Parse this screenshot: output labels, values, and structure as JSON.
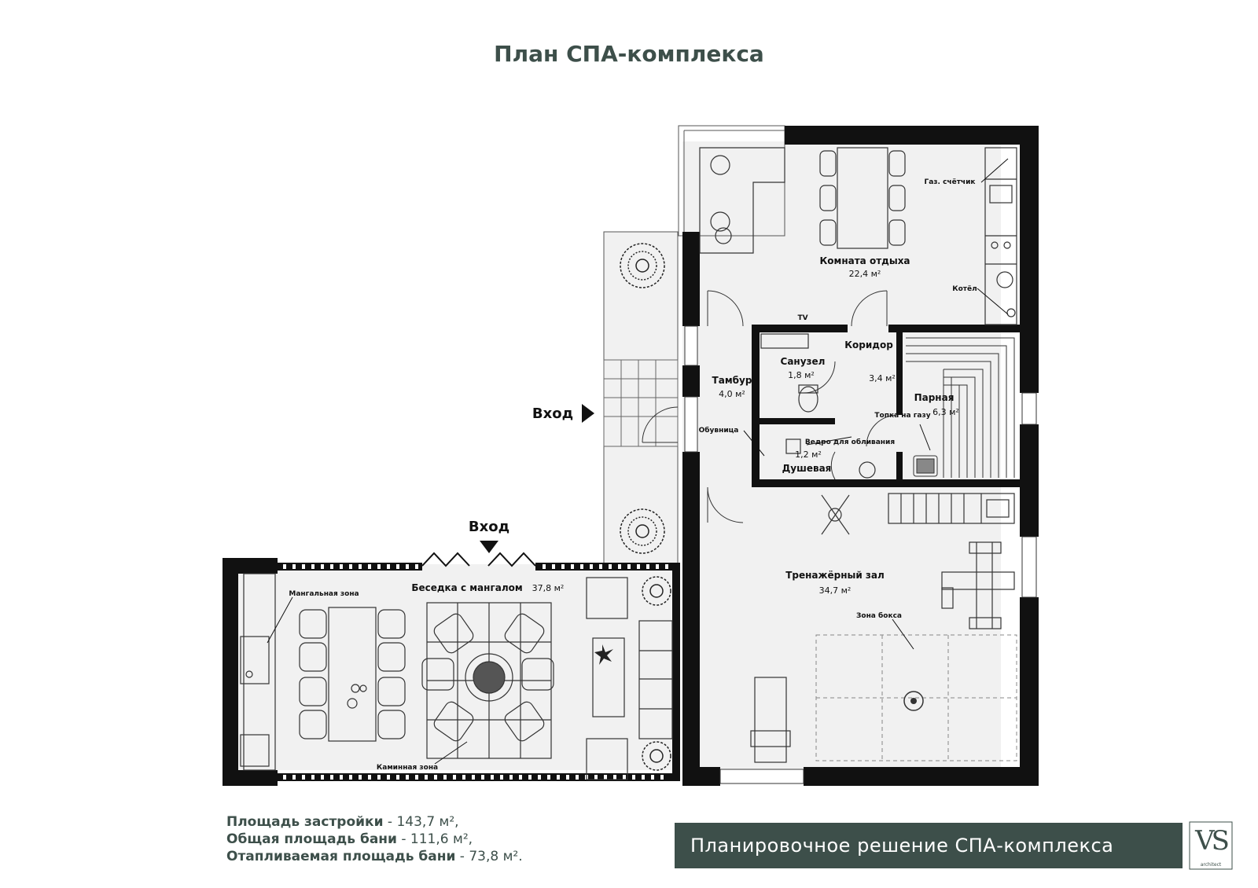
{
  "title": "План СПА-комплекса",
  "rooms": [
    {
      "name": "Комната отдыха",
      "area": "22,4 м²"
    },
    {
      "name": "Тамбур",
      "area": "4,0 м²"
    },
    {
      "name": "Санузел",
      "area": "1,8 м²"
    },
    {
      "name": "Коридор",
      "area": "3,4 м²"
    },
    {
      "name": "Парная",
      "area": "6,3 м²"
    },
    {
      "name": "Душевая",
      "area": "1,2 м²"
    },
    {
      "name": "Тренажёрный зал",
      "area": "34,7 м²"
    },
    {
      "name": "Беседка с мангалом",
      "area": "37,8 м²"
    }
  ],
  "small_labels": {
    "gas_meter": "Газ. счётчик",
    "boiler": "Котёл",
    "tv": "TV",
    "shoe_rack": "Обувница",
    "gas_heater": "Топка на газу",
    "bucket": "Ведро для обливания",
    "boxing": "Зона бокса",
    "bbq": "Мангальная зона",
    "fireplace": "Каминная зона"
  },
  "entrances": [
    "Вход",
    "Вход"
  ],
  "stats": [
    {
      "label": "Площадь застройки",
      "value": "143,7 м²,"
    },
    {
      "label": "Общая площадь бани",
      "value": "111,6 м²,"
    },
    {
      "label": "Отапливаемая площадь бани",
      "value": "73,8 м²."
    }
  ],
  "stat_separators": [
    " - ",
    " - ",
    "  - "
  ],
  "banner": "Планировочное решение СПА-комплекса",
  "logo": {
    "text": "VS",
    "sub": "architect"
  },
  "colors": {
    "brand": "#3d4f4a",
    "wall": "#111111",
    "floor": "#f1f1f1",
    "white": "#ffffff"
  }
}
